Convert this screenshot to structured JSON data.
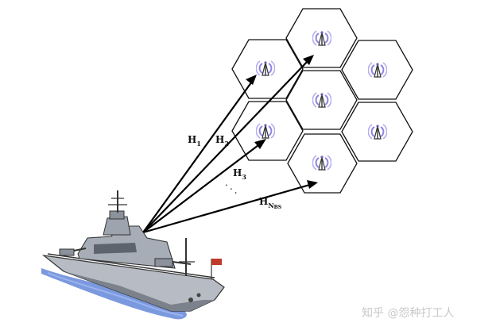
{
  "labels": {
    "h1": {
      "main": "H",
      "sub": "1"
    },
    "h2": {
      "main": "H",
      "sub": "2"
    },
    "h3": {
      "main": "H",
      "sub": "3"
    },
    "hn": {
      "main": "H",
      "sub": "N",
      "subsub": "BS"
    }
  },
  "ellipsis": ". . .",
  "watermark": "知乎 @怨种打工人",
  "colors": {
    "line": "#000000",
    "hex_stroke": "#111111",
    "antenna": "#6b63b5",
    "antenna_glow": "#8f86e0",
    "ship_hull": "#9aa1ab",
    "ship_dark": "#4e5561",
    "water": "#5a7fd6",
    "flag": "#c0392b"
  },
  "icons": [
    "base-station-antenna-icon",
    "warship-icon"
  ]
}
